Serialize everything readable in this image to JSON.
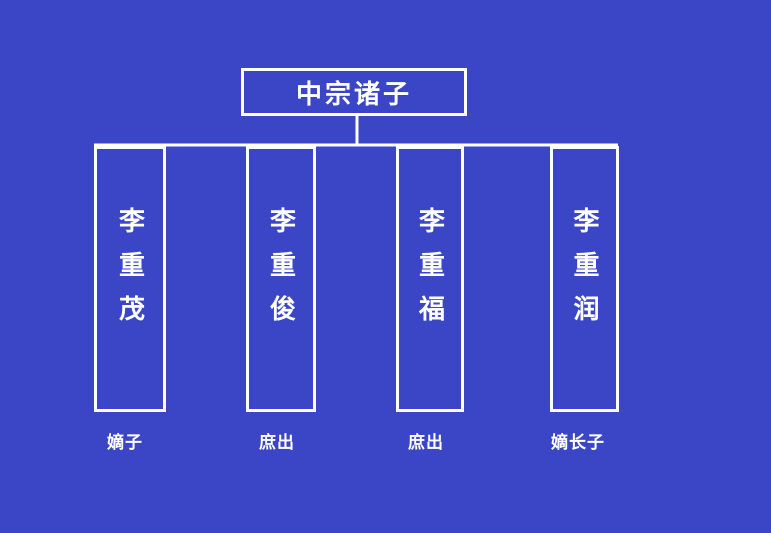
{
  "diagram": {
    "root": {
      "label": "中宗诸子"
    },
    "children": [
      {
        "name": "李重茂",
        "note": "嫡子"
      },
      {
        "name": "李重俊",
        "note": "庶出"
      },
      {
        "name": "李重福",
        "note": "庶出"
      },
      {
        "name": "李重润",
        "note": "嫡长子"
      }
    ]
  },
  "colors": {
    "background": "#3b46c6",
    "line": "#ffffff",
    "text": "#ffffff"
  }
}
